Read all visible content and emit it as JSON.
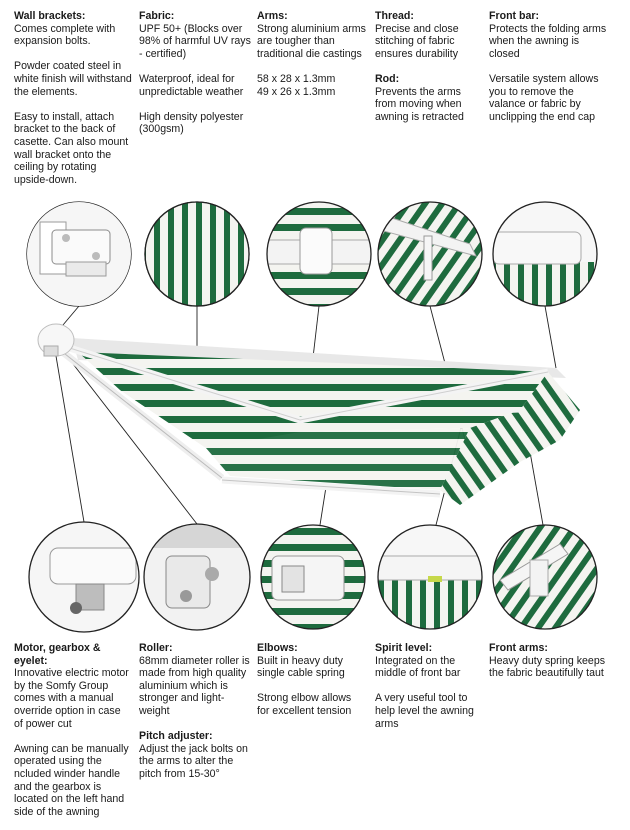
{
  "top": {
    "wall_brackets": {
      "heading": "Wall brackets:",
      "paragraphs": [
        "Comes complete with expansion bolts.",
        "Powder coated steel in white finish will withstand the elements.",
        "Easy to install, attach bracket to the back of casette. Can also mount wall bracket onto the ceiling by rotating upside-down."
      ]
    },
    "fabric": {
      "heading": "Fabric:",
      "paragraphs": [
        "UPF 50+ (Blocks over 98% of harmful UV rays - certified)",
        "Waterproof, ideal for unpredictable weather",
        "High density polyester (300gsm)"
      ]
    },
    "arms": {
      "heading": "Arms:",
      "paragraphs": [
        "Strong aluminium arms are tougher than traditional die castings",
        "58 x 28 x 1.3mm\n49 x 26 x 1.3mm"
      ]
    },
    "thread": {
      "heading": "Thread:",
      "paragraphs": [
        "Precise and close stitching of fabric ensures durability"
      ],
      "rod_heading": "Rod:",
      "rod_paragraphs": [
        "Prevents the arms from moving when awning is retracted"
      ]
    },
    "front_bar": {
      "heading": "Front bar:",
      "paragraphs": [
        "Protects the folding arms when the awning is closed",
        "Versatile system allows you to remove the valance or fabric by unclipping the end cap"
      ]
    }
  },
  "bottom": {
    "motor": {
      "heading": "Motor, gearbox & eyelet:",
      "paragraphs": [
        "Innovative electric motor by the Somfy Group comes with a manual override option in case of power cut",
        "Awning can be manually operated using the ncluded winder handle and the gearbox is located on the left hand side of the awning"
      ]
    },
    "roller": {
      "heading": "Roller:",
      "paragraphs": [
        "68mm diameter roller is made from high quality aluminium which is stronger and light-weight"
      ],
      "pitch_heading": "Pitch adjuster:",
      "pitch_paragraphs": [
        "Adjust the jack bolts on the arms to alter the pitch from 15-30°"
      ]
    },
    "elbows": {
      "heading": "Elbows:",
      "paragraphs": [
        "Built in heavy duty single cable spring",
        "Strong elbow allows for excellent tension"
      ]
    },
    "spirit_level": {
      "heading": "Spirit level:",
      "paragraphs": [
        "Integrated on the middle of front bar",
        "A very useful tool to help level the awning arms"
      ]
    },
    "front_arms": {
      "heading": "Front arms:",
      "paragraphs": [
        "Heavy duty spring keeps the fabric beautifully taut"
      ]
    }
  },
  "colors": {
    "awning_green": "#1e6b3e",
    "stripe_white": "#f4f4f0",
    "frame_white": "#f2f2f2",
    "text": "#1a1a1a"
  }
}
